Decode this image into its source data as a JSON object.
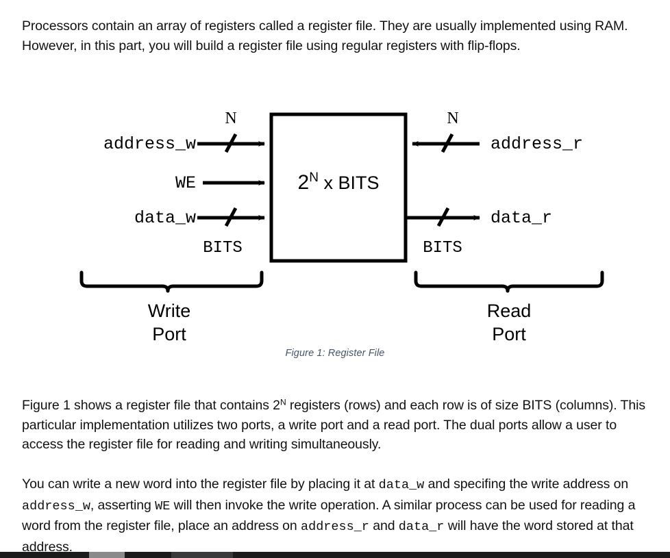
{
  "document": {
    "paragraph_1": {
      "text": "Processors contain an array of registers called a register file. They are usually implemented using RAM. However, in this part, you will build a register file using regular registers with flip-flops."
    },
    "paragraph_2": {
      "part_a": "Figure 1 shows a register file that contains 2",
      "superscript": "N",
      "part_b": " registers (rows) and each row is of size BITS (columns). This particular implementation utilizes two ports, a write port and a read port. The dual ports allow a user to access the register file for reading and writing simultaneously."
    },
    "paragraph_3": {
      "s1": "You can write a new word into the register file by placing it at ",
      "code1": "data_w",
      "s2": " and specifing the write address on ",
      "code2": "address_w",
      "s3": ", asserting ",
      "code3": "WE",
      "s4": " will then invoke the write operation. A similar process can be used for reading a word from the register file, place an address on ",
      "code4": "address_r",
      "s5": " and ",
      "code5": "data_r",
      "s6": " will have the word stored at that address."
    }
  },
  "figure": {
    "caption": "Figure 1: Register File",
    "block_label_base": "2",
    "block_label_exp": "N",
    "block_label_rest": " x BITS",
    "inputs": [
      {
        "name": "address_w",
        "width_label": "N",
        "position": "top-left",
        "slashed": true
      },
      {
        "name": "WE",
        "width_label": "",
        "position": "mid-left",
        "slashed": false
      },
      {
        "name": "data_w",
        "width_label": "BITS",
        "position": "bottom-left",
        "slashed": true
      }
    ],
    "outputs": [
      {
        "name": "address_r",
        "width_label": "N",
        "position": "top-right",
        "slashed": true,
        "direction": "in"
      },
      {
        "name": "data_r",
        "width_label": "BITS",
        "position": "bottom-right",
        "slashed": true,
        "direction": "out"
      }
    ],
    "braces": [
      {
        "label_line1": "Write",
        "label_line2": "Port",
        "side": "left"
      },
      {
        "label_line1": "Read",
        "label_line2": "Port",
        "side": "right"
      }
    ],
    "colors": {
      "stroke": "#000000",
      "caption": "#44546A",
      "background": "#ffffff"
    }
  },
  "scrollbar": {
    "orientation": "horizontal",
    "track_color": "#1b1b1b",
    "thumb_color": "#8a8a8a"
  }
}
